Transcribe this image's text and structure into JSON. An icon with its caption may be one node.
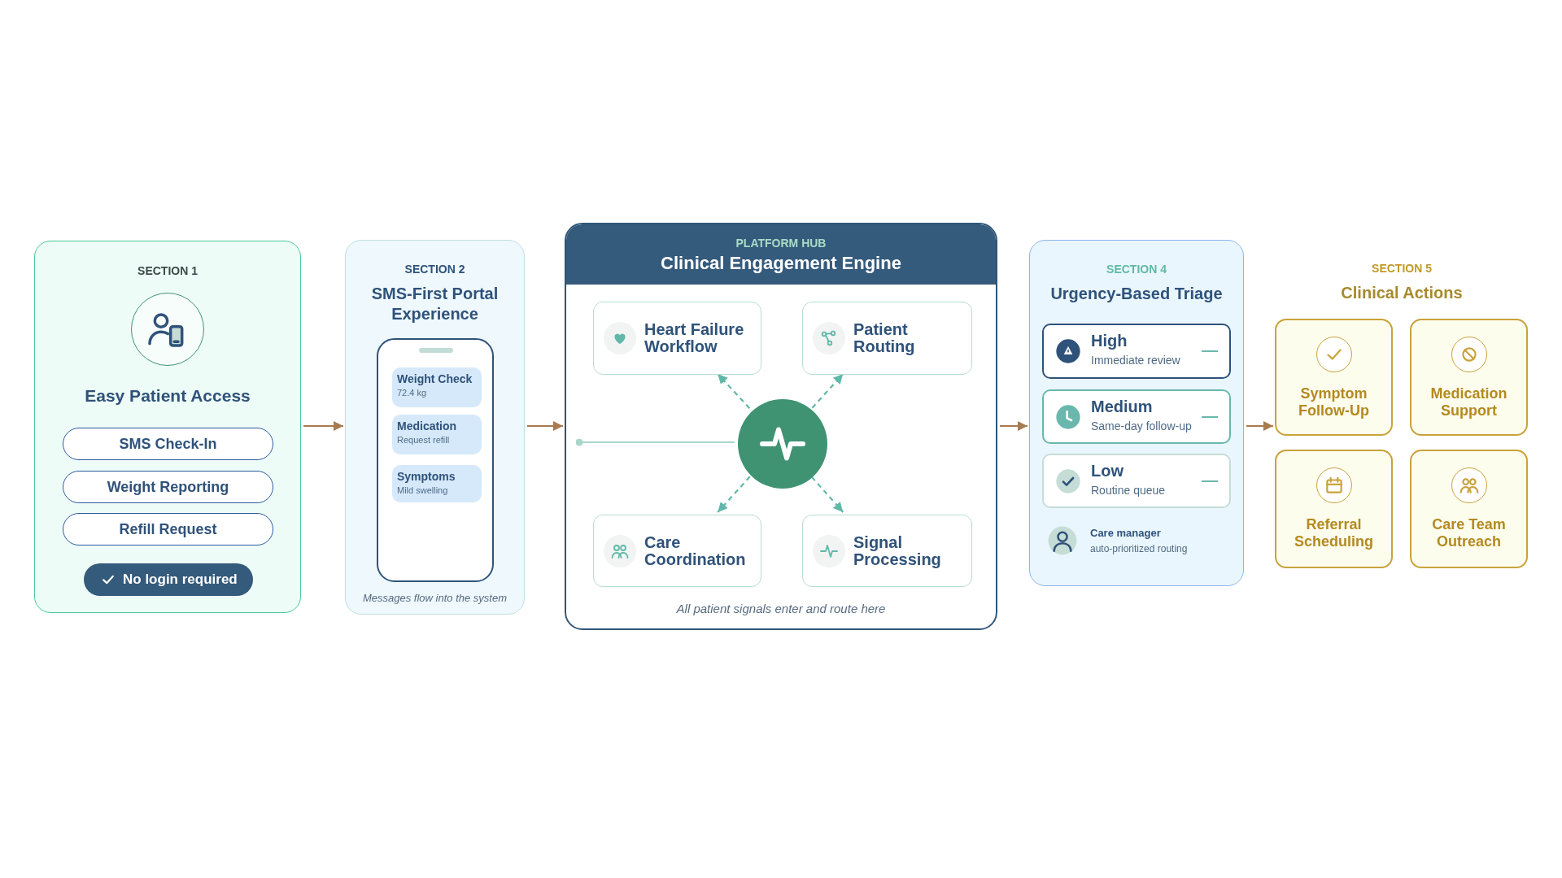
{
  "diagram": {
    "nodes": [
      {
        "text": [
          "SECTION 1",
          "Easy Patient Access"
        ]
      },
      {
        "text": [
          "SMS Check-In"
        ],
        "in": 0
      },
      {
        "text": [
          "Weight Reporting"
        ],
        "in": 0
      },
      {
        "text": [
          "Refill Request"
        ],
        "in": 0
      },
      {
        "text": [
          "No login required"
        ],
        "in": 0
      },
      {
        "text": [
          "SECTION 2",
          "SMS-First Portal Experience",
          "Messages flow into the system"
        ]
      },
      {
        "text": [],
        "shape": "phone",
        "in": 5
      },
      {
        "text": [
          "Weight Check",
          "72.4 kg"
        ],
        "in": 6
      },
      {
        "text": [
          "Medication",
          "Request refill"
        ],
        "in": 6
      },
      {
        "text": [
          "Symptoms",
          "Mild swelling"
        ],
        "in": 6
      },
      {
        "text": [
          "PLATFORM HUB",
          "Clinical Engagement Engine",
          "All patient signals enter and route here"
        ]
      },
      {
        "text": [
          "Heart Failure Workflow"
        ],
        "in": 10
      },
      {
        "text": [
          "Patient Routing"
        ],
        "in": 10
      },
      {
        "text": [],
        "shape": "circle",
        "in": 10
      },
      {
        "text": [
          "Care Coordination"
        ],
        "in": 10
      },
      {
        "text": [
          "Signal Processing"
        ],
        "in": 10
      },
      {
        "text": [
          "SECTION 4",
          "Urgency-Based Triage"
        ]
      },
      {
        "text": [
          "High",
          "Immediate review"
        ],
        "in": 16
      },
      {
        "text": [
          "Medium",
          "Same-day follow-up"
        ],
        "in": 16
      },
      {
        "text": [
          "Low",
          "Routine queue"
        ],
        "in": 16
      },
      {
        "text": [
          "Symptom Follow-Up"
        ]
      },
      {
        "text": [
          "Medication Support"
        ]
      },
      {
        "text": [
          "Referral Scheduling"
        ]
      },
      {
        "text": [
          "Care Team Outreach"
        ]
      }
    ],
    "edges": [
      {
        "from": 0,
        "to": 5,
        "arrow": "to"
      },
      {
        "from": 5,
        "to": 10,
        "arrow": "to"
      },
      {
        "from": 10,
        "to": 16,
        "arrow": "to"
      },
      {
        "from": 16,
        "to": 20,
        "arrow": "to"
      },
      {
        "from": null,
        "to": 13,
        "arrow": "other",
        "color": "#a9d6cb"
      },
      {
        "from": 13,
        "to": 11,
        "arrow": "to",
        "style": "dashed",
        "color": "#5fb8a8"
      },
      {
        "from": 13,
        "to": 12,
        "arrow": "to",
        "style": "dashed",
        "color": "#5fb8a8"
      },
      {
        "from": 13,
        "to": 14,
        "arrow": "to",
        "style": "dashed",
        "color": "#5fb8a8"
      },
      {
        "from": 13,
        "to": 15,
        "arrow": "to",
        "style": "dashed",
        "color": "#5fb8a8"
      }
    ],
    "labels": [
      "Care manager",
      "auto-prioritized routing",
      "SECTION 5",
      "Clinical Actions"
    ]
  }
}
